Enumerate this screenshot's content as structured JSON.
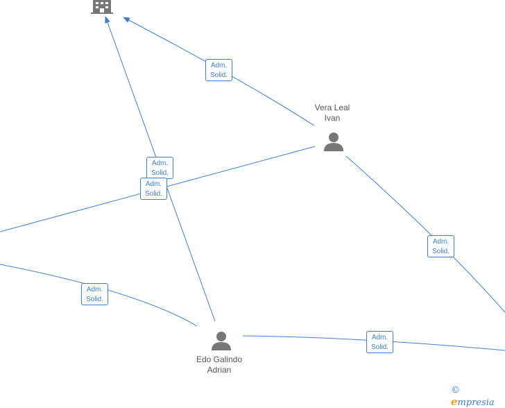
{
  "colors": {
    "edge": "#3a7fd5",
    "icon": "#777777",
    "text": "#555555",
    "brand_accent": "#e8a020"
  },
  "nodes": {
    "company": {
      "icon": "building-icon"
    },
    "vera_leal": {
      "name_line1": "Vera Leal",
      "name_line2": "Ivan",
      "icon": "person-icon"
    },
    "edo_galindo": {
      "name_line1": "Edo Galindo",
      "name_line2": "Adrian",
      "icon": "person-icon"
    }
  },
  "edges": [
    {
      "line1": "Adm.",
      "line2": "Solid."
    },
    {
      "line1": "Adm.",
      "line2": "Solid."
    },
    {
      "line1": "Adm.",
      "line2": "Solid."
    },
    {
      "line1": "Adm.",
      "line2": "Solid."
    },
    {
      "line1": "Adm.",
      "line2": "Solid."
    },
    {
      "line1": "Adm.",
      "line2": "Solid."
    }
  ],
  "footer": {
    "copyright_symbol": "©",
    "brand_first": "e",
    "brand_rest": "mpresia"
  }
}
